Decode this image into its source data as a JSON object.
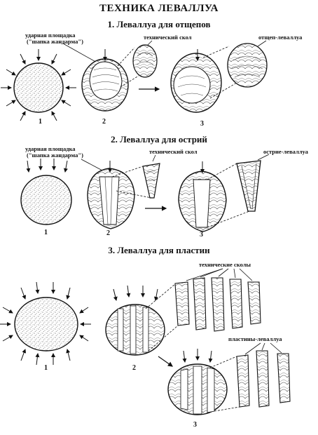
{
  "title": "ТЕХНИКА ЛЕВАЛЛУА",
  "sections": [
    {
      "heading": "1. Леваллуа для отщепов",
      "labels": {
        "platform_line1": "ударная площадка",
        "platform_line2": "(\"шапка жандарма\")",
        "tech_flake": "технический скол",
        "product": "отщеп-леваллуа"
      },
      "stages": [
        "1",
        "2",
        "3"
      ]
    },
    {
      "heading": "2. Леваллуа для острий",
      "labels": {
        "platform_line1": "ударная площадка",
        "platform_line2": "(\"шапка жандарма\")",
        "tech_flake": "технический скол",
        "product": "острие-леваллуа"
      },
      "stages": [
        "1",
        "2",
        "3"
      ]
    },
    {
      "heading": "3. Леваллуа для пластин",
      "labels": {
        "tech_flakes": "технические сколы",
        "product": "пластины-леваллуа"
      },
      "stages": [
        "1",
        "2",
        "3"
      ]
    }
  ]
}
